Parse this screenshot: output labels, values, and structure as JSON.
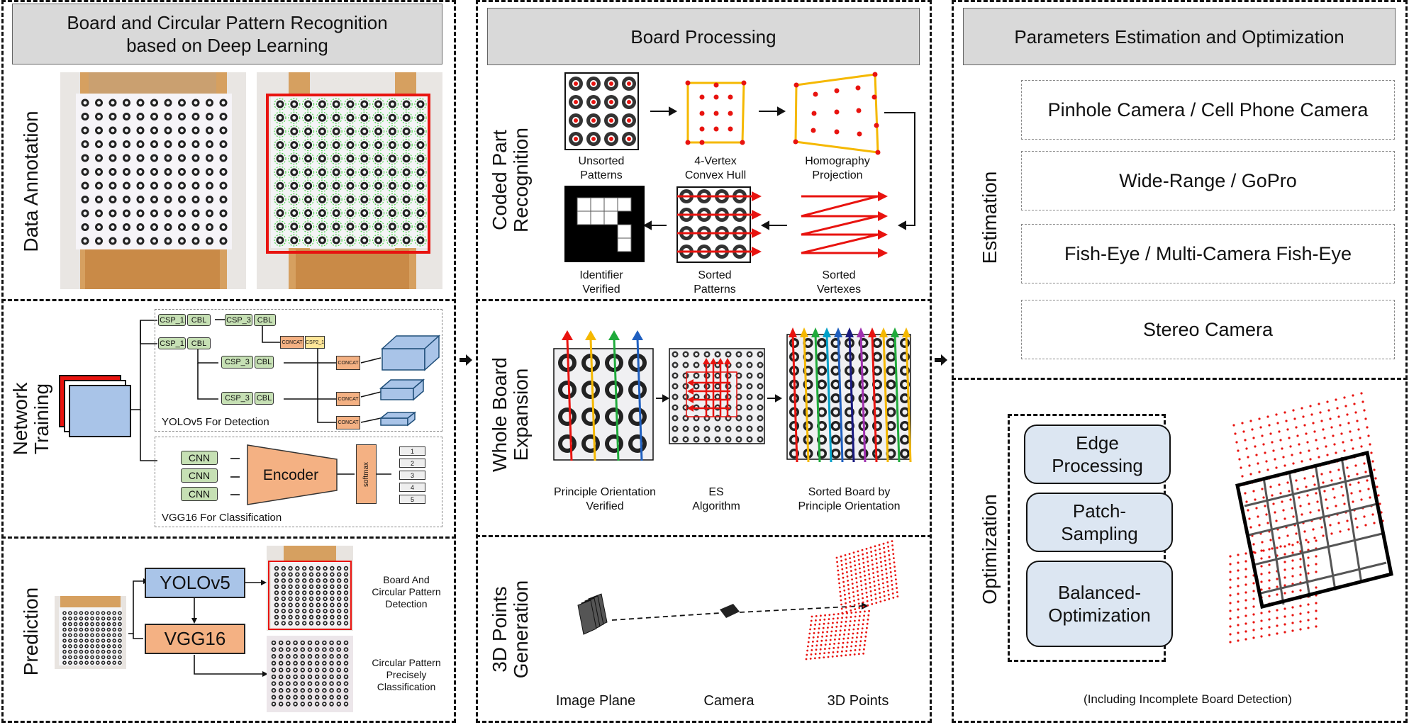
{
  "columns": {
    "left": {
      "header": "Board and Circular Pattern Recognition\nbased on Deep Learning",
      "rows": {
        "annotation": "Data Annotation",
        "training": "Network Training",
        "prediction": "Prediction"
      },
      "network": {
        "csp1": "CSP_1",
        "cbl": "CBL",
        "csp3": "CSP_3",
        "concat": "CONCAT",
        "csp2": "CSP2_1",
        "yolo_caption": "YOLOv5 For Detection",
        "cnn": "CNN",
        "encoder": "Encoder",
        "softmax": "softmax",
        "classes": [
          "1",
          "2",
          "3",
          "4",
          "5"
        ],
        "vgg_caption": "VGG16 For Classification"
      },
      "prediction": {
        "yolo": "YOLOv5",
        "vgg": "VGG16",
        "detect_caption": "Board And\nCircular Pattern\nDetection",
        "classify_caption": "Circular Pattern\nPrecisely\nClassification"
      }
    },
    "middle": {
      "header": "Board Processing",
      "rows": {
        "coded": "Coded Part\nRecognition",
        "expansion": "Whole Board\nExpansion",
        "points": "3D Points\nGeneration"
      },
      "coded_captions": {
        "unsorted": "Unsorted\nPatterns",
        "hull": "4-Vertex\nConvex Hull",
        "homography": "Homography\nProjection",
        "identifier": "Identifier\nVerified",
        "sorted_patterns": "Sorted\nPatterns",
        "sorted_vertexes": "Sorted\nVertexes"
      },
      "expansion_captions": {
        "principle": "Principle Orientation\nVerified",
        "es": "ES\nAlgorithm",
        "sorted_board": "Sorted Board by\nPrinciple Orientation"
      },
      "points_captions": {
        "image_plane": "Image Plane",
        "camera": "Camera",
        "points": "3D Points"
      }
    },
    "right": {
      "header": "Parameters Estimation and Optimization",
      "rows": {
        "estimation": "Estimation",
        "optimization": "Optimization"
      },
      "estimation_items": [
        "Pinhole Camera / Cell Phone Camera",
        "Wide-Range / GoPro",
        "Fish-Eye / Multi-Camera Fish-Eye",
        "Stereo Camera"
      ],
      "optimization_items": [
        "Edge\nProcessing",
        "Patch-\nSampling",
        "Balanced-\nOptimization"
      ],
      "note": "(Including Incomplete Board Detection)"
    }
  },
  "colors": {
    "accent_red": "#e8130f",
    "header_gray": "#d9d9d9",
    "blue_box": "#a9c4e8",
    "orange_box": "#f4b183",
    "light_blue": "#dce6f2"
  }
}
